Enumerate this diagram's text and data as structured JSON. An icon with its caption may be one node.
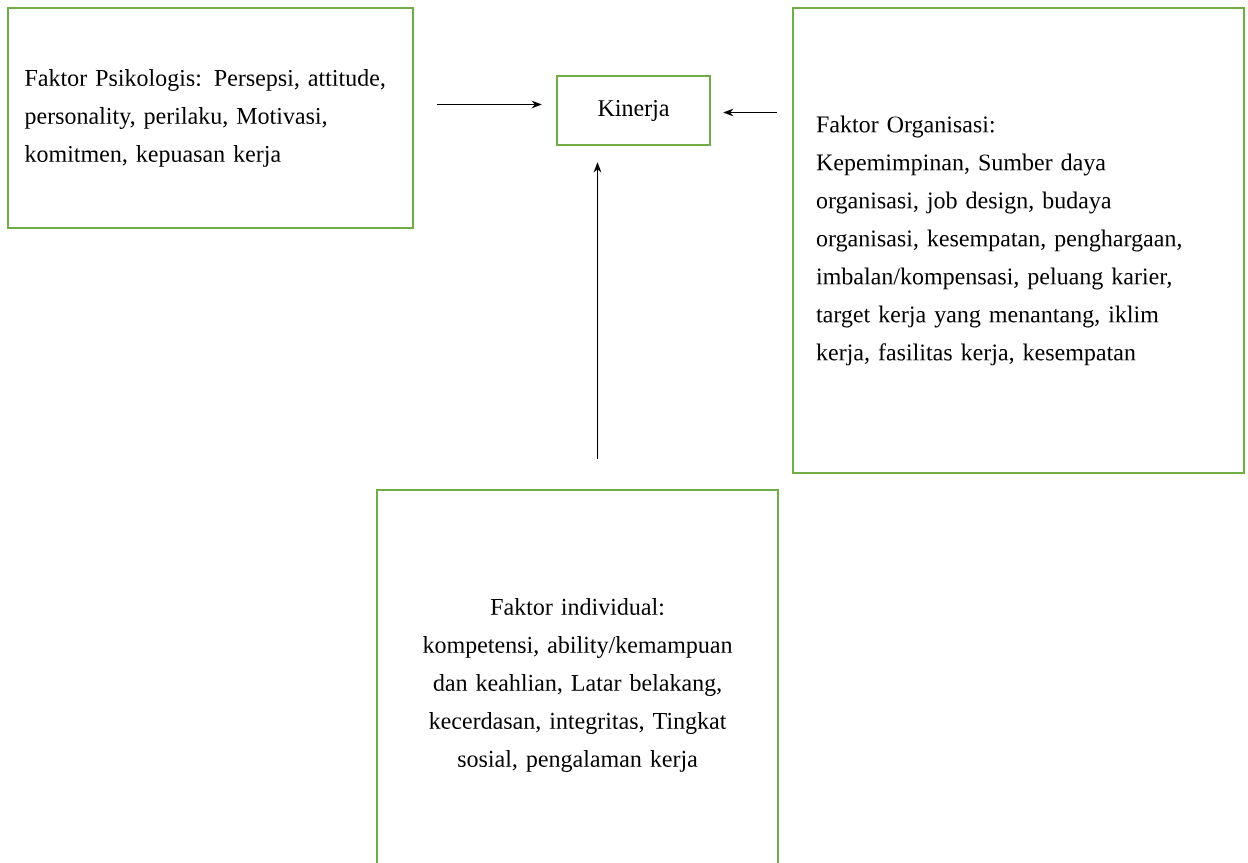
{
  "diagram": {
    "nodes": [
      {
        "text": [
          "Faktor Psikologis: Persepsi, attitude, personality, perilaku, Motivasi, komitmen, kepuasan kerja"
        ]
      },
      {
        "text": [
          "Kinerja"
        ]
      },
      {
        "text": [
          "Faktor Organisasi:",
          "Kepemimpinan, Sumber daya organisasi, job design, budaya organisasi, kesempatan, penghargaan, imbalan/kompensasi, peluang karier, target kerja yang menantang, iklim kerja, fasilitas kerja, kesempatan"
        ]
      },
      {
        "text": [
          "Faktor individual:",
          "kompetensi, ability/kemampuan dan keahlian, Latar belakang, kecerdasan, integritas, Tingkat sosial, pengalaman kerja"
        ]
      }
    ],
    "edges": [
      {
        "from": 0,
        "to": 1,
        "arrow": "to"
      },
      {
        "from": 2,
        "to": 1,
        "arrow": "to"
      },
      {
        "from": 3,
        "to": 1,
        "arrow": "to"
      }
    ]
  }
}
